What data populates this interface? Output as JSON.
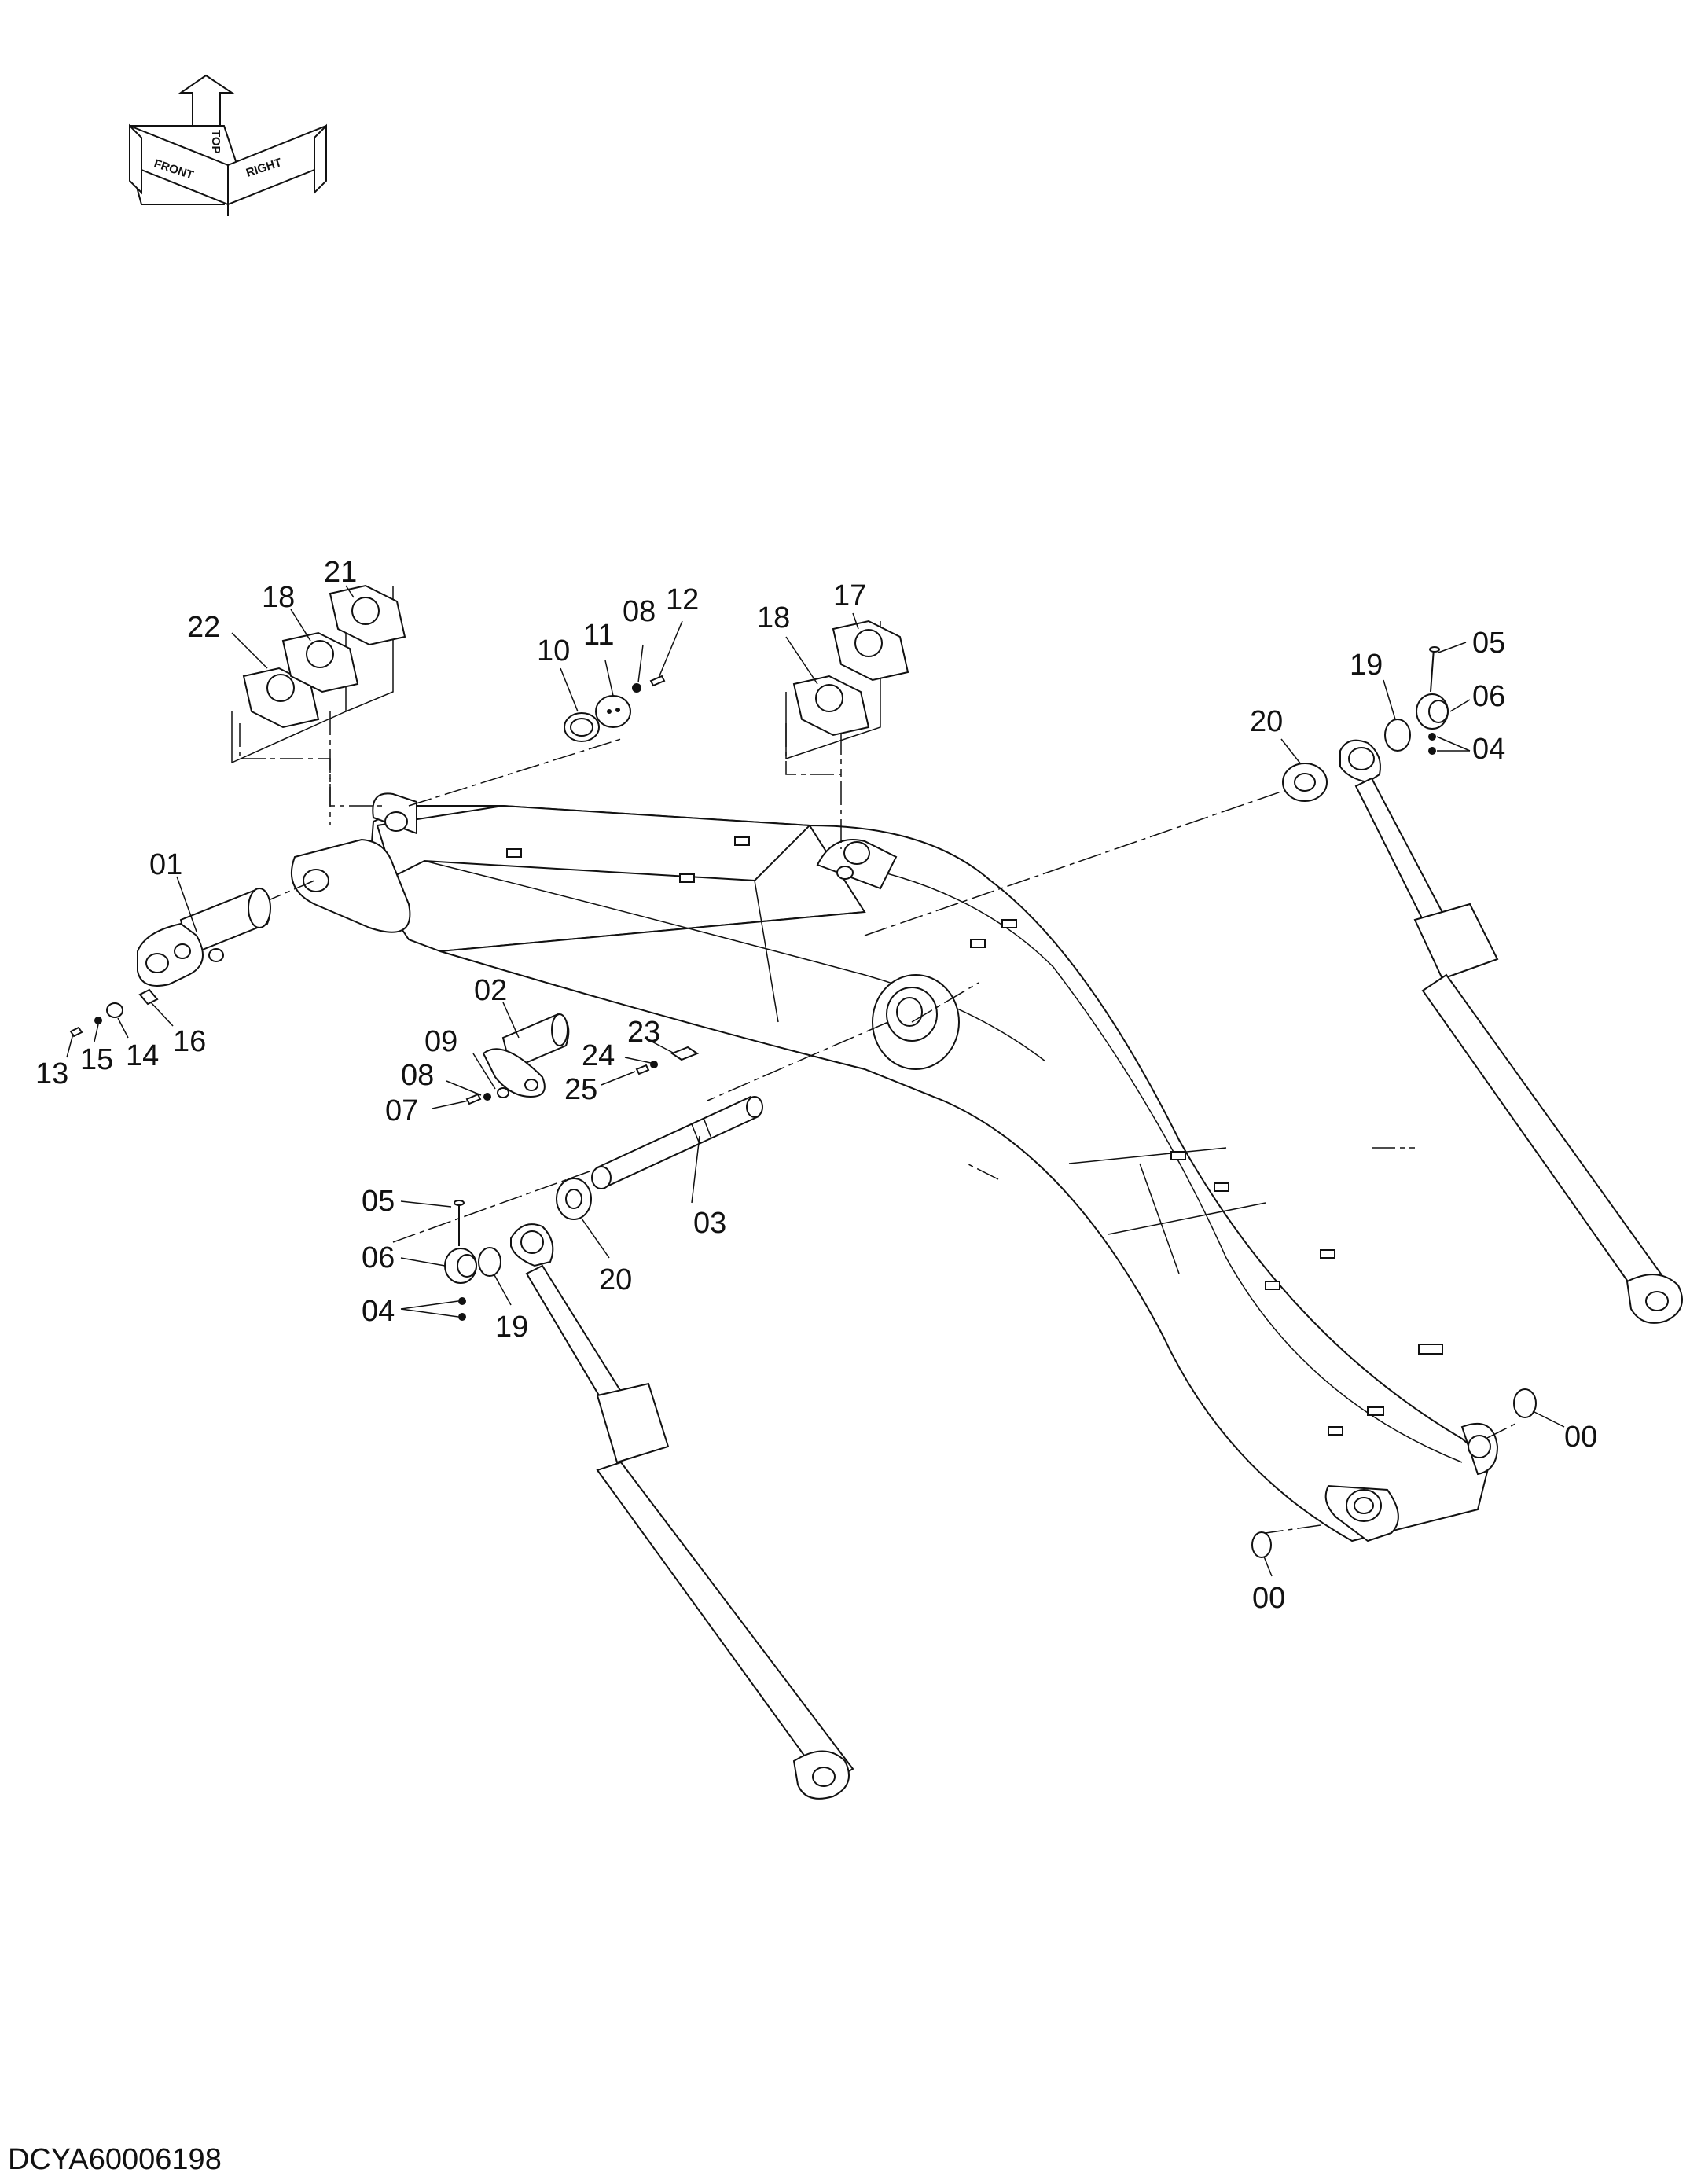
{
  "drawing_number": "DCYA60006198",
  "orientation_labels": {
    "front": "FRONT",
    "top": "TOP",
    "right": "RIGHT"
  },
  "callouts": [
    {
      "id": "c22",
      "text": "22"
    },
    {
      "id": "c18a",
      "text": "18"
    },
    {
      "id": "c21",
      "text": "21"
    },
    {
      "id": "c10",
      "text": "10"
    },
    {
      "id": "c11",
      "text": "11"
    },
    {
      "id": "c08a",
      "text": "08"
    },
    {
      "id": "c12",
      "text": "12"
    },
    {
      "id": "c18b",
      "text": "18"
    },
    {
      "id": "c17",
      "text": "17"
    },
    {
      "id": "c19a",
      "text": "19"
    },
    {
      "id": "c05a",
      "text": "05"
    },
    {
      "id": "c06a",
      "text": "06"
    },
    {
      "id": "c04a",
      "text": "04"
    },
    {
      "id": "c20a",
      "text": "20"
    },
    {
      "id": "c01",
      "text": "01"
    },
    {
      "id": "c02",
      "text": "02"
    },
    {
      "id": "c09",
      "text": "09"
    },
    {
      "id": "c08b",
      "text": "08"
    },
    {
      "id": "c07",
      "text": "07"
    },
    {
      "id": "c24",
      "text": "24"
    },
    {
      "id": "c23",
      "text": "23"
    },
    {
      "id": "c25",
      "text": "25"
    },
    {
      "id": "c13",
      "text": "13"
    },
    {
      "id": "c15",
      "text": "15"
    },
    {
      "id": "c14",
      "text": "14"
    },
    {
      "id": "c16",
      "text": "16"
    },
    {
      "id": "c03",
      "text": "03"
    },
    {
      "id": "c05b",
      "text": "05"
    },
    {
      "id": "c06b",
      "text": "06"
    },
    {
      "id": "c04b",
      "text": "04"
    },
    {
      "id": "c19b",
      "text": "19"
    },
    {
      "id": "c20b",
      "text": "20"
    },
    {
      "id": "c00a",
      "text": "00"
    },
    {
      "id": "c00b",
      "text": "00"
    }
  ]
}
